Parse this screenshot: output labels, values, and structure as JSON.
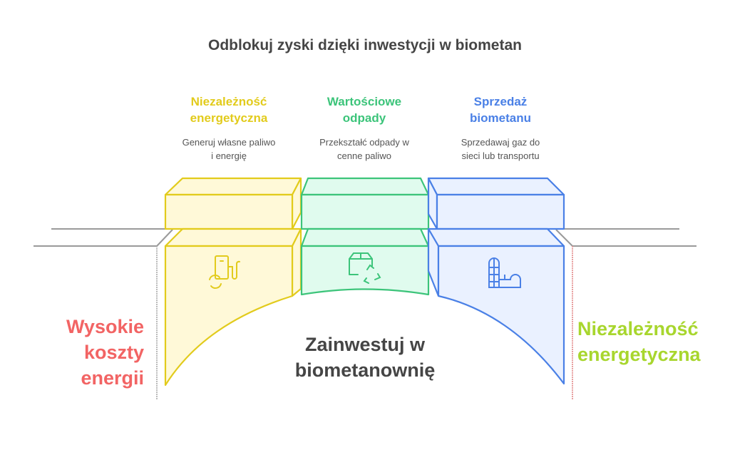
{
  "title": "Odblokuj zyski dzięki inwestycji w biometan",
  "columns": [
    {
      "heading_line1": "Niezależność",
      "heading_line2": "energetyczna",
      "desc_line1": "Generuj własne paliwo",
      "desc_line2": "i energię",
      "icon": "fuel-pump-recycle-icon",
      "color": "#e2cb1c"
    },
    {
      "heading_line1": "Wartościowe",
      "heading_line2": "odpady",
      "desc_line1": "Przekształć odpady w",
      "desc_line2": "cenne paliwo",
      "icon": "box-recycle-icon",
      "color": "#3cc47a"
    },
    {
      "heading_line1": "Sprzedaż",
      "heading_line2": "biometanu",
      "desc_line1": "Sprzedawaj gaz do",
      "desc_line2": "sieci lub transportu",
      "icon": "silo-plant-icon",
      "color": "#4a80e6"
    }
  ],
  "left_label": {
    "line1": "Wysokie",
    "line2": "koszty",
    "line3": "energii",
    "color": "#f26464"
  },
  "center_label": {
    "line1": "Zainwestuj w",
    "line2": "biometanownię"
  },
  "right_label": {
    "line1": "Niezależność",
    "line2": "energetyczna",
    "color": "#a8d62e"
  }
}
